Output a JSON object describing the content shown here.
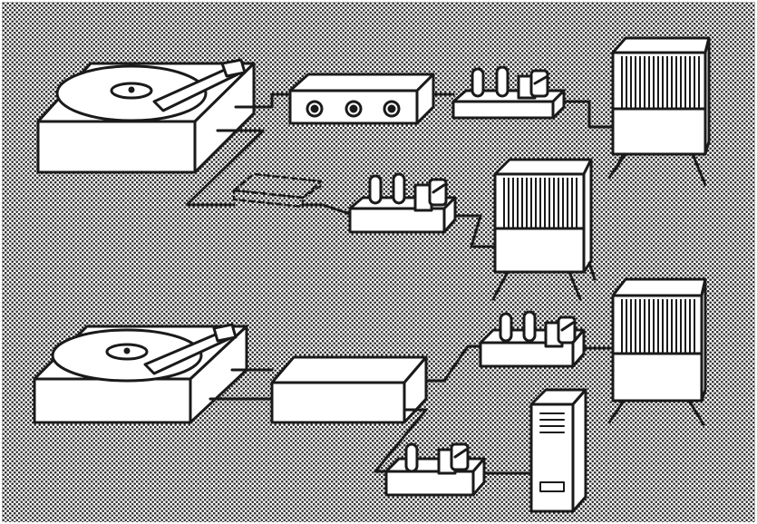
{
  "figure": {
    "description_visible_text": "",
    "colors": {
      "ink": "#1a1a1a",
      "fill": "#ffffff",
      "background_dots": "#3a3a3a",
      "background_base": "#bcbcbc"
    }
  },
  "systems": [
    {
      "name": "system-top",
      "components": [
        "turntable",
        "preamplifier",
        "power-amplifier",
        "speaker",
        "power-amplifier-2",
        "speaker-2",
        "dashed-chassis"
      ]
    },
    {
      "name": "system-bottom",
      "components": [
        "turntable",
        "control-unit",
        "power-amplifier",
        "speaker",
        "power-amplifier-2",
        "tall-cabinet-speaker"
      ]
    }
  ]
}
